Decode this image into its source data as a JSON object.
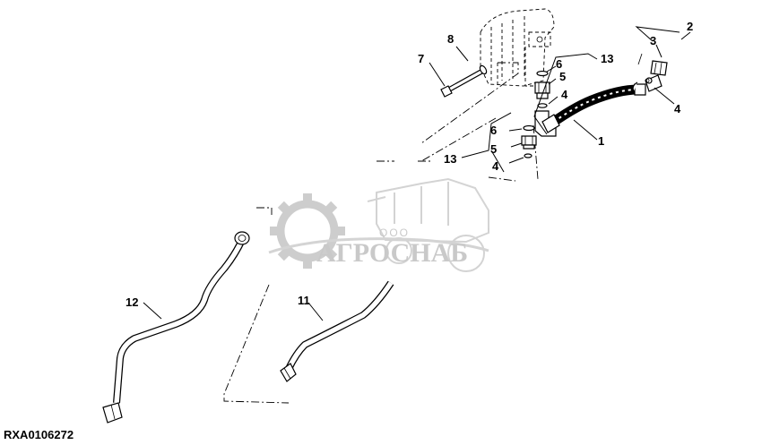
{
  "figure_id": "RXA0106272",
  "watermark": {
    "brand": "АГРОСНАБ",
    "prefix": "ООО"
  },
  "callouts": [
    "1",
    "2",
    "3",
    "4",
    "4",
    "4",
    "5",
    "5",
    "6",
    "6",
    "7",
    "8",
    "11",
    "12",
    "13",
    "13"
  ],
  "colors": {
    "line": "#000000",
    "watermark": "#c4c4c4",
    "background": "#ffffff"
  }
}
